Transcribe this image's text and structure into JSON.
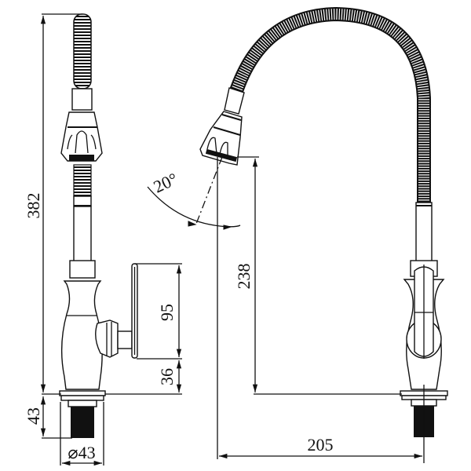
{
  "drawing": {
    "subject": "Kitchen faucet with flexible spout and pull-down spray head",
    "views": [
      "side-view",
      "front-view"
    ],
    "colors": {
      "ink": "#111111",
      "background": "#ffffff"
    }
  },
  "dimensions": {
    "total_height": "382",
    "handle_height": "95",
    "handle_base_offset": "36",
    "shank_length": "43",
    "base_diameter": "⌀43",
    "spout_height": "238",
    "spout_reach": "205",
    "spray_angle": "20°"
  }
}
